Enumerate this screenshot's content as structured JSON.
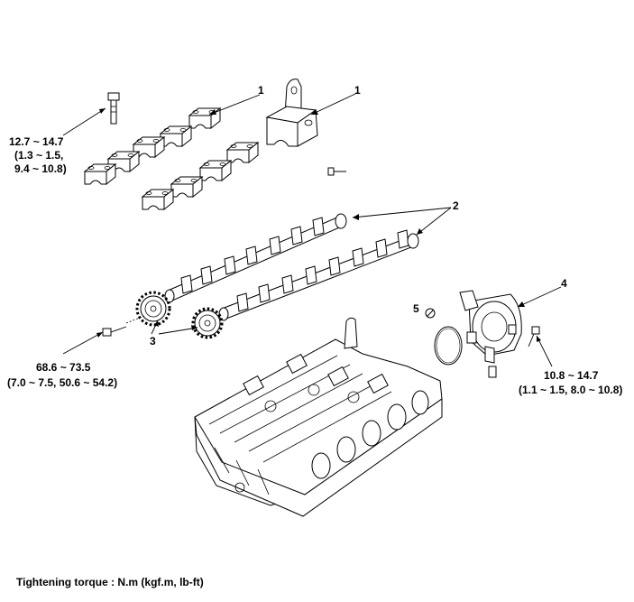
{
  "callouts": {
    "c1a": "1",
    "c1b": "1",
    "c2": "2",
    "c3": "3",
    "c4": "4",
    "c5": "5"
  },
  "torque": {
    "cap_bolt": {
      "line1": "12.7 ~ 14.7",
      "line2": "(1.3 ~ 1.5,",
      "line3": "9.4 ~ 10.8)"
    },
    "sprocket_bolt": {
      "line1": "68.6 ~ 73.5",
      "line2": "(7.0 ~ 7.5, 50.6 ~ 54.2)"
    },
    "pump_bolt": {
      "line1": "10.8 ~ 14.7",
      "line2": "(1.1 ~ 1.5, 8.0 ~ 10.8)"
    }
  },
  "footer": {
    "legend": "Tightening torque : N.m (kgf.m, lb-ft)"
  }
}
